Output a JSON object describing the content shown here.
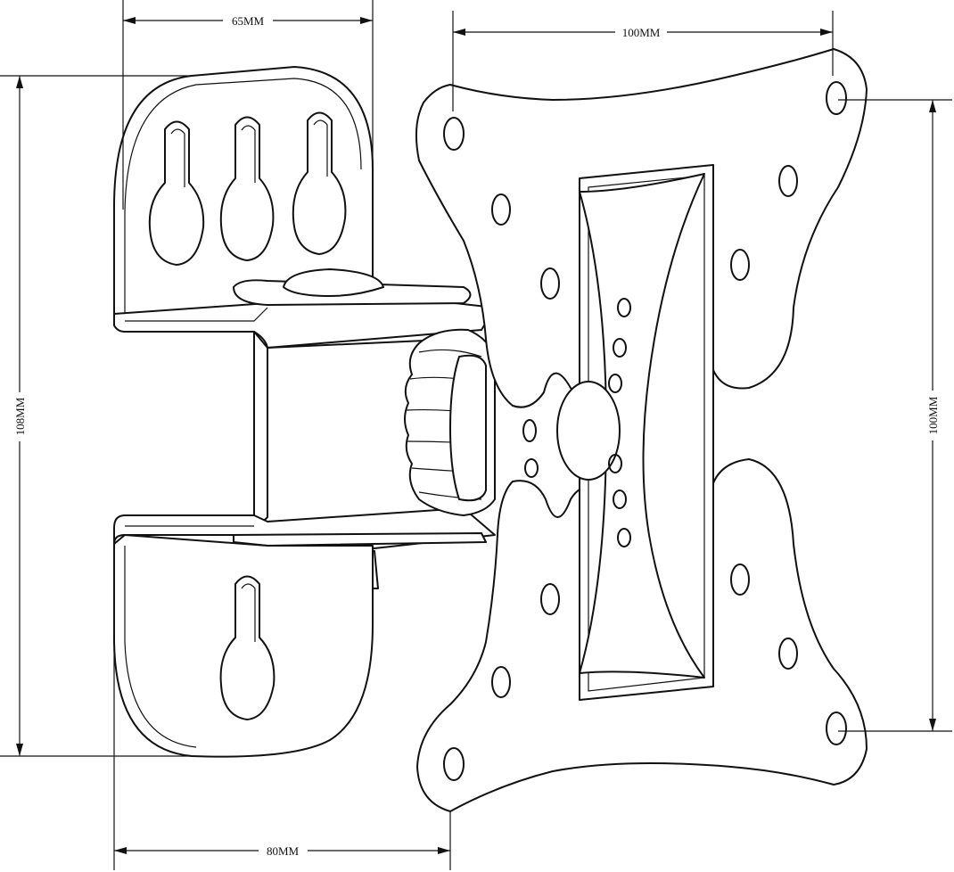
{
  "dimensions": {
    "bracket_width": "65MM",
    "plate_hole_spacing_horizontal": "100MM",
    "bracket_height": "108MM",
    "plate_hole_spacing_vertical": "100MM",
    "depth": "80MM"
  },
  "colors": {
    "line": "#111111",
    "background": "#ffffff"
  }
}
